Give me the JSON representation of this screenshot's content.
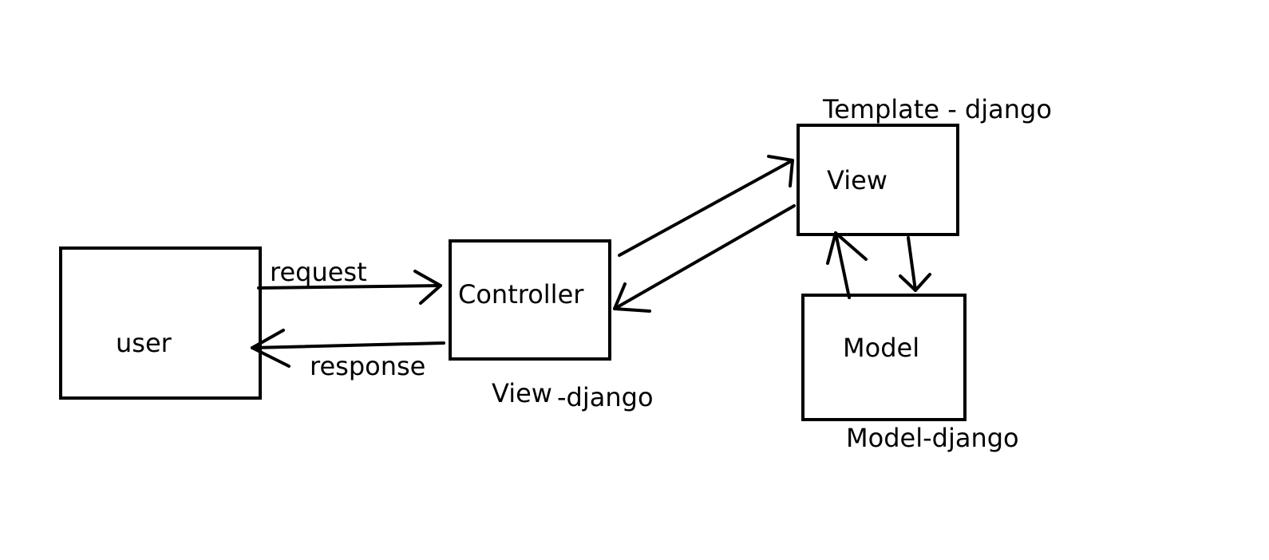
{
  "nodes": {
    "user": {
      "label": "user"
    },
    "controller": {
      "label": "Controller",
      "caption_left": "View",
      "caption_right": "-django"
    },
    "view": {
      "label": "View",
      "caption": "Template - django"
    },
    "model": {
      "label": "Model",
      "caption": "Model-django"
    }
  },
  "edges": {
    "request": {
      "label": "request"
    },
    "response": {
      "label": "response"
    }
  },
  "colors": {
    "ink": "#000000",
    "background": "#ffffff"
  }
}
